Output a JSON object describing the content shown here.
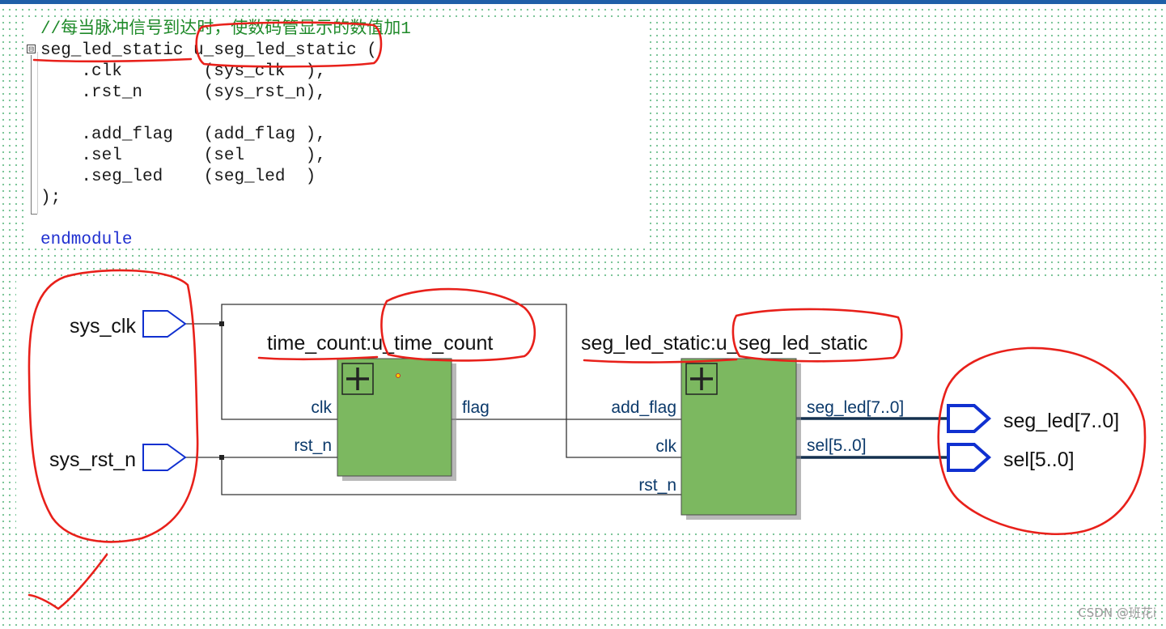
{
  "code": {
    "lines": [
      "//每当脉冲信号到达时，使数码管显示的数值加1",
      "seg_led_static u_seg_led_static (",
      "    .clk        (sys_clk  ),",
      "    .rst_n      (sys_rst_n),",
      "",
      "    .add_flag   (add_flag ),",
      "    .sel        (sel      ),",
      "    .seg_led    (seg_led  )",
      ");",
      "",
      "endmodule"
    ],
    "fold_symbol": "⊟"
  },
  "schematic": {
    "inputs": [
      "sys_clk",
      "sys_rst_n"
    ],
    "outputs": [
      "seg_led[7..0]",
      "sel[5..0]"
    ],
    "blocks": [
      {
        "instance": "time_count:u_time_count",
        "module": "time_count",
        "inst": "u_time_count",
        "pins_in": [
          "clk",
          "rst_n"
        ],
        "pins_out": [
          "flag"
        ]
      },
      {
        "instance": "seg_led_static:u_seg_led_static",
        "module": "seg_led_static",
        "inst": "u_seg_led_static",
        "pins_in": [
          "add_flag",
          "clk",
          "rst_n"
        ],
        "pins_out": [
          "seg_led[7..0]",
          "sel[5..0]"
        ]
      }
    ],
    "block_color": "#7cb860",
    "wire_color": "#222222",
    "port_color": "#1030d0"
  },
  "annotations": {
    "color": "#e8201a"
  },
  "watermark": "CSDN @班花i"
}
